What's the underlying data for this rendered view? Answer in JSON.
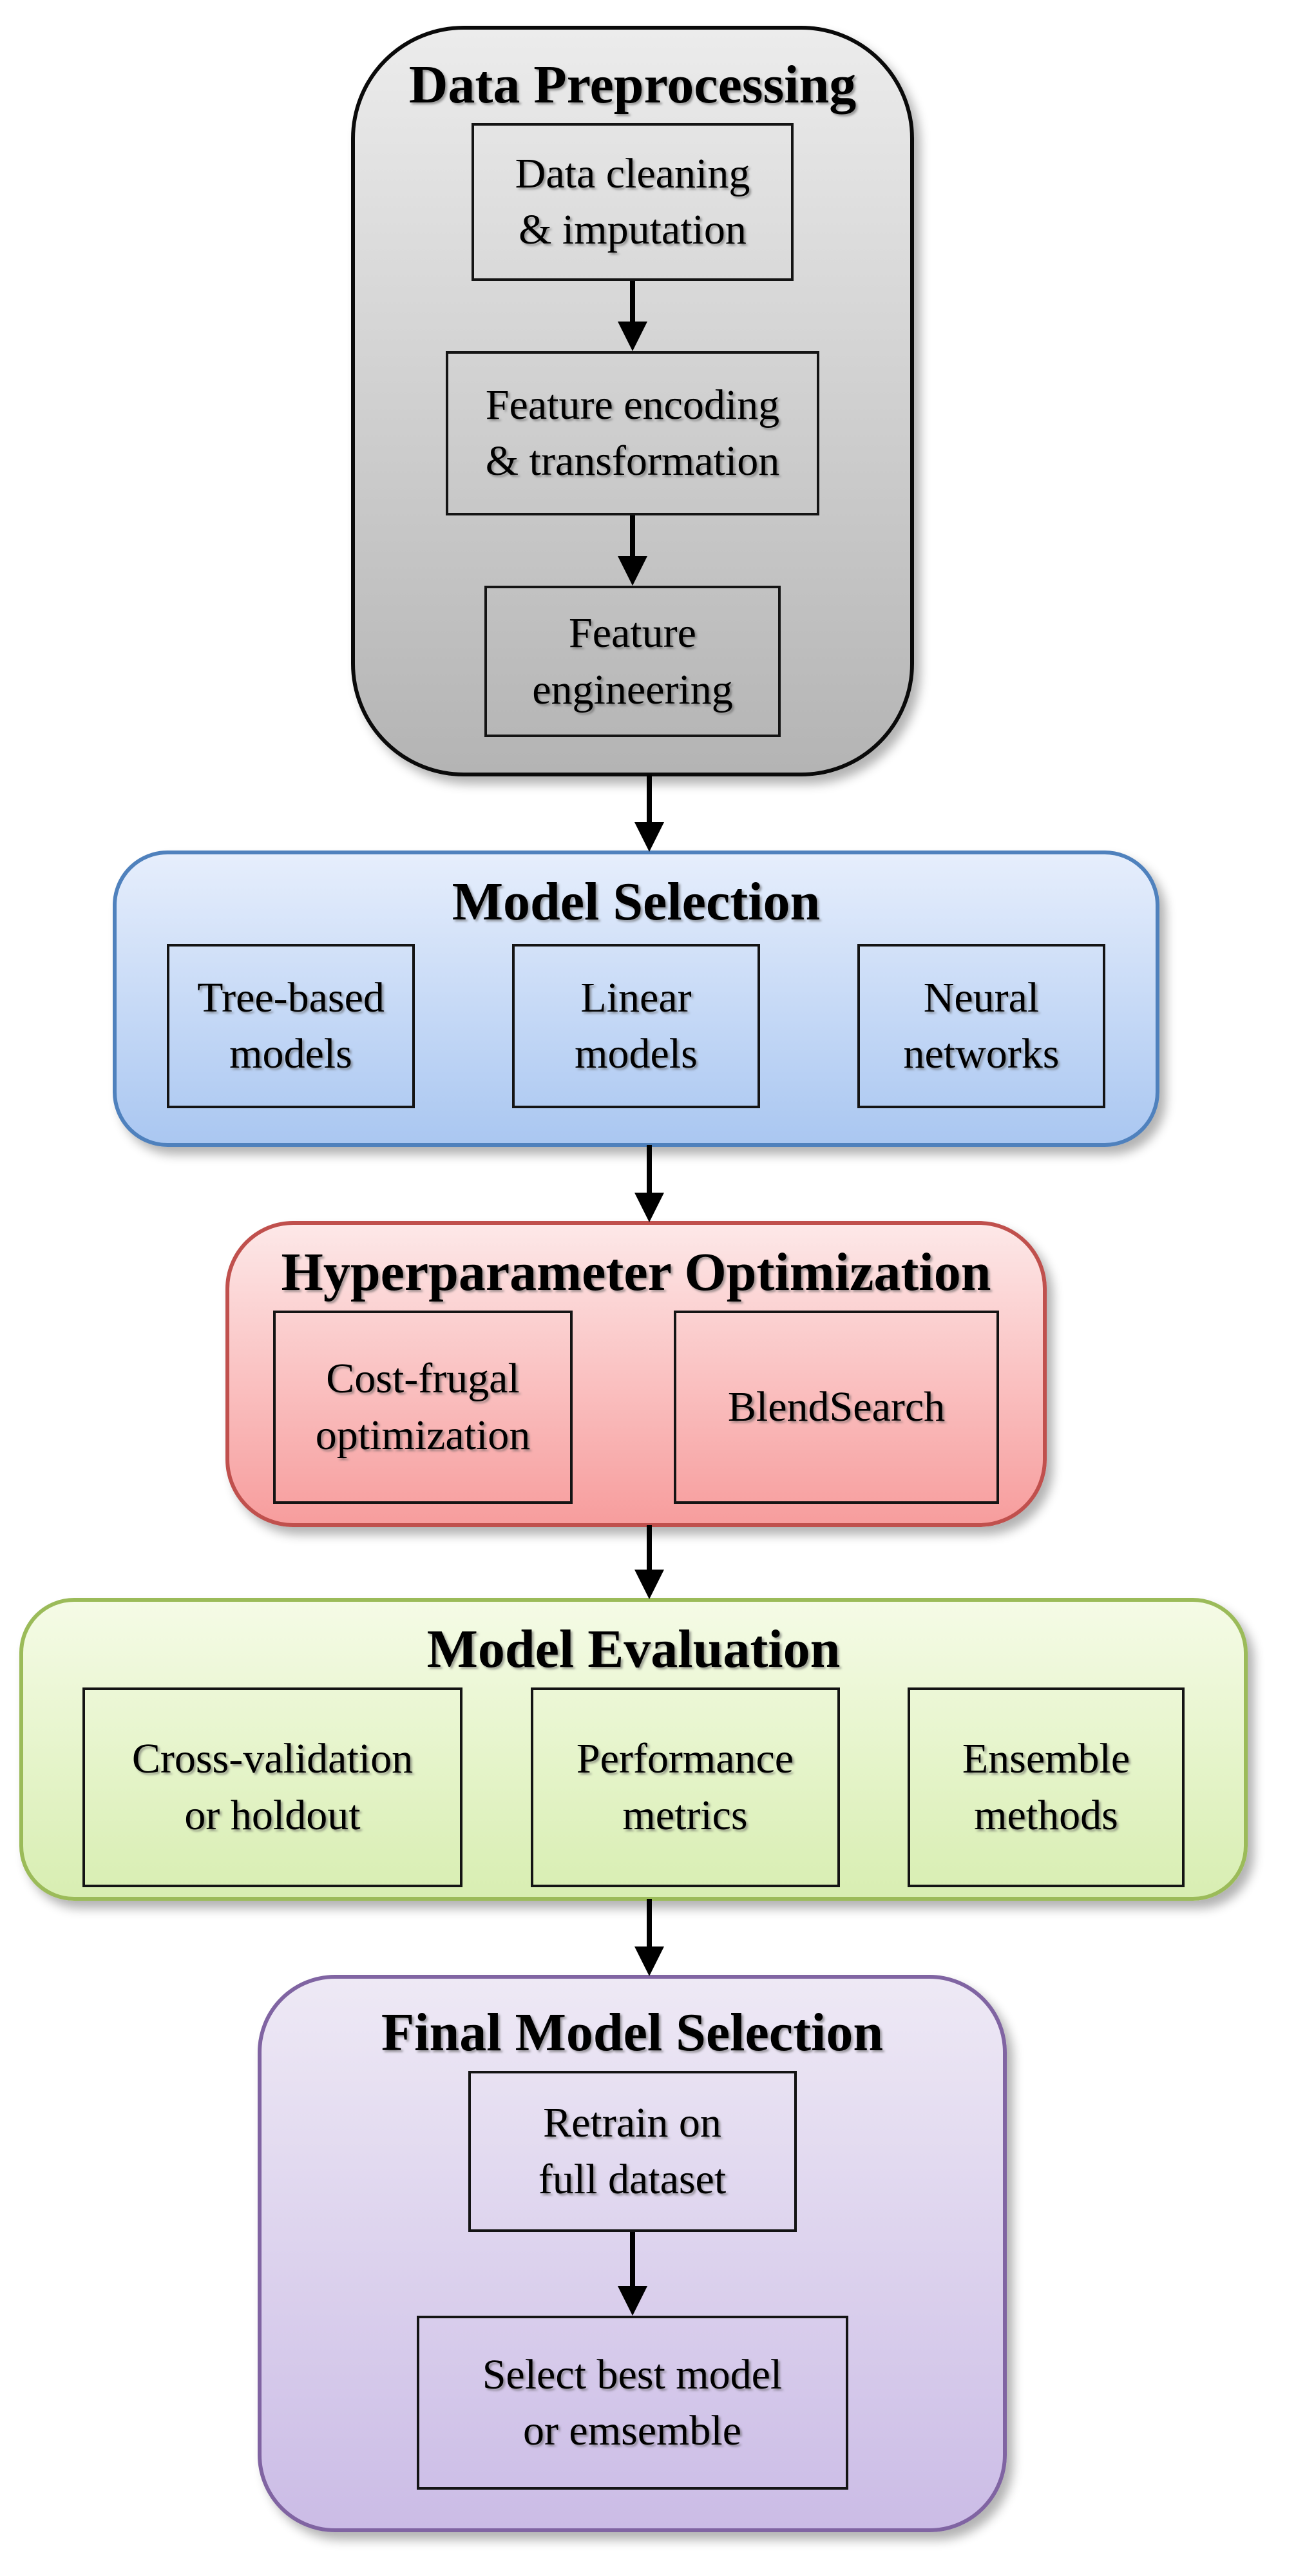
{
  "arrow_color": "#000000",
  "node_border_color": "#141414",
  "sections": [
    {
      "title": "Data Preprocessing",
      "layout": "column",
      "items": [
        "Data cleaning\n& imputation",
        "Feature encoding\n& transformation",
        "Feature\nengineering"
      ],
      "colors": {
        "gradient_top": "#ececec",
        "gradient_bottom": "#b4b4b4",
        "border": "#0a0a0a"
      }
    },
    {
      "title": "Model Selection",
      "layout": "row",
      "items": [
        "Tree-based\nmodels",
        "Linear\nmodels",
        "Neural\nnetworks"
      ],
      "colors": {
        "gradient_top": "#e6eefc",
        "gradient_bottom": "#aac7f1",
        "border": "#4f81bd"
      }
    },
    {
      "title": "Hyperparameter Optimization",
      "layout": "row",
      "items": [
        "Cost-frugal\noptimization",
        "BlendSearch"
      ],
      "colors": {
        "gradient_top": "#fde8e8",
        "gradient_bottom": "#f79d9d",
        "border": "#c0504d"
      }
    },
    {
      "title": "Model Evaluation",
      "layout": "row",
      "items": [
        "Cross-validation\nor holdout",
        "Performance\nmetrics",
        "Ensemble\nmethods"
      ],
      "colors": {
        "gradient_top": "#f5fbe6",
        "gradient_bottom": "#d8eeb2",
        "border": "#9bbb59"
      }
    },
    {
      "title": "Final Model Selection",
      "layout": "column",
      "items": [
        "Retrain on\nfull dataset",
        "Select best model\nor emsemble"
      ],
      "colors": {
        "gradient_top": "#eee9f5",
        "gradient_bottom": "#cbbce6",
        "border": "#8064a2"
      }
    }
  ]
}
